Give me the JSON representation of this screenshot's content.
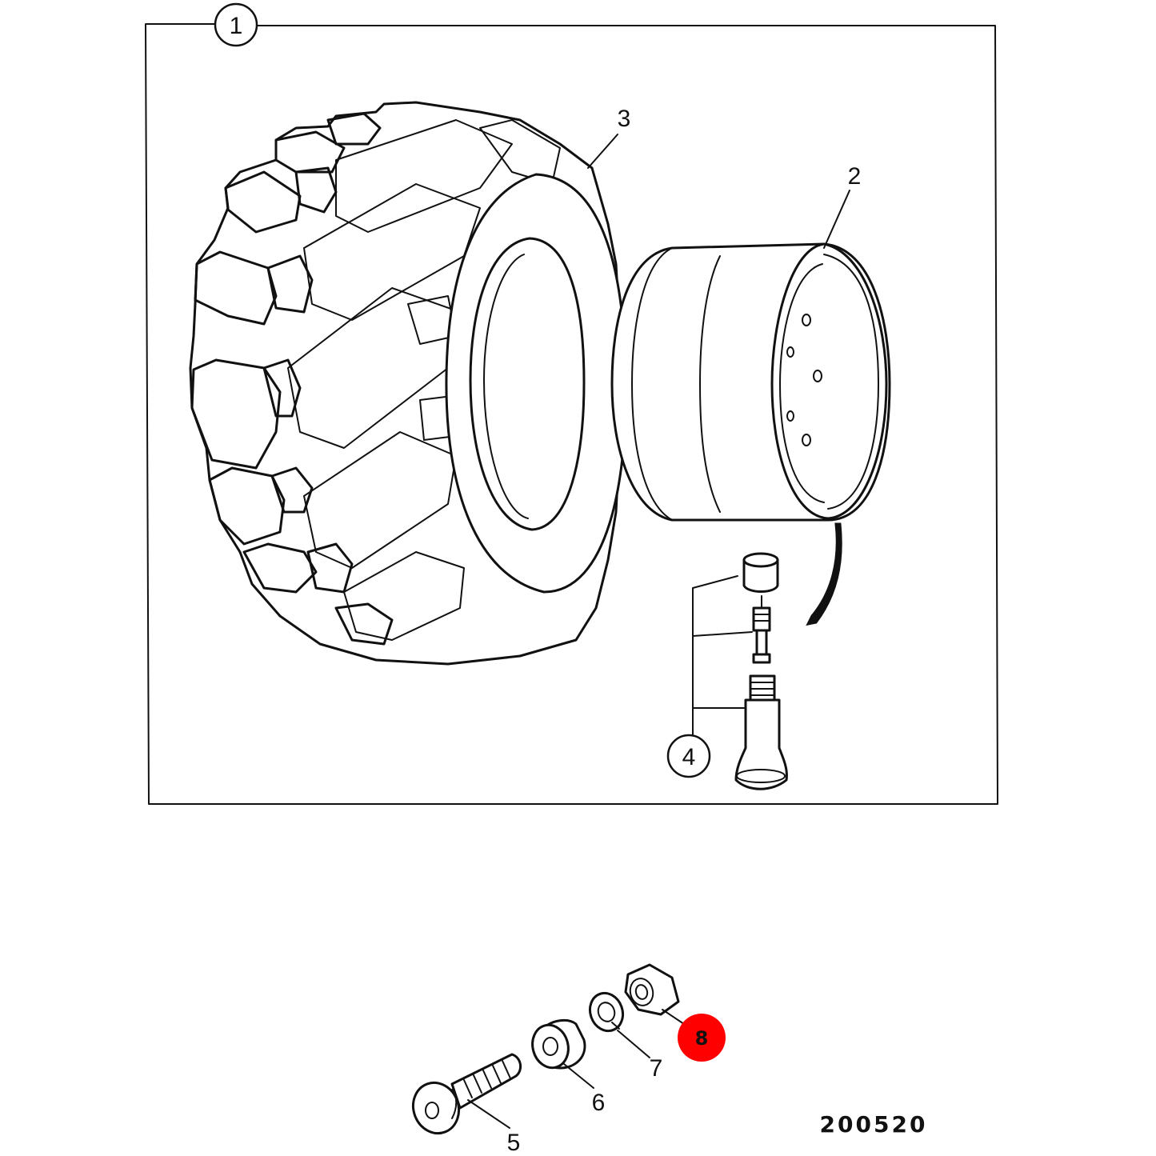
{
  "callouts": {
    "c1": "1",
    "c2": "2",
    "c3": "3",
    "c4": "4",
    "c5": "5",
    "c6": "6",
    "c7": "7",
    "c8": "8"
  },
  "reference_code": "200520",
  "colors": {
    "line": "#111111",
    "background": "#ffffff",
    "highlight": "#ff0000"
  }
}
